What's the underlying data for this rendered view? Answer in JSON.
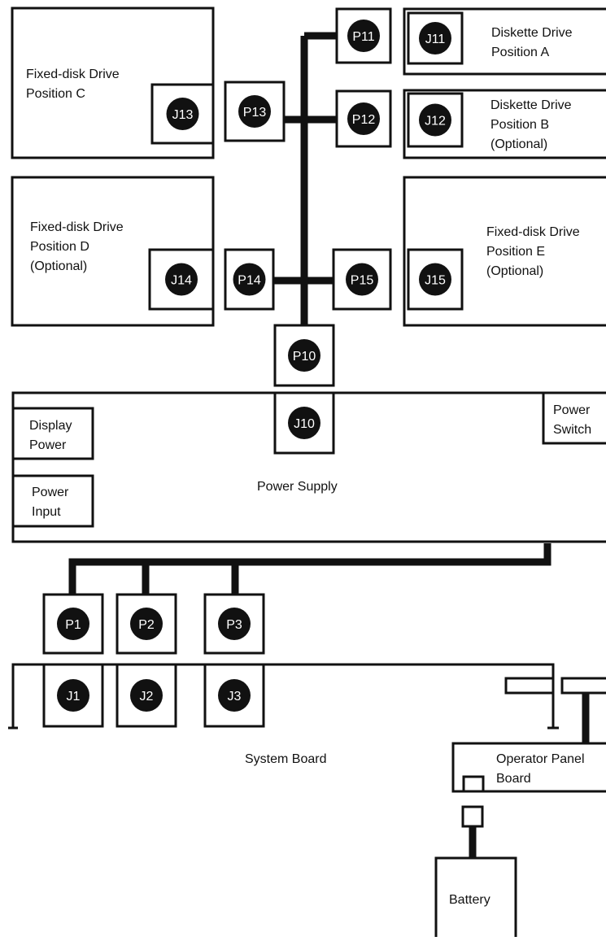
{
  "drives": {
    "fixed_c": [
      "Fixed-disk Drive",
      "Position C"
    ],
    "fixed_d": [
      "Fixed-disk Drive",
      "Position D",
      "(Optional)"
    ],
    "diskette_a": [
      "Diskette Drive",
      "Position A"
    ],
    "diskette_b": [
      "Diskette Drive",
      "Position B",
      "(Optional)"
    ],
    "fixed_e": [
      "Fixed-disk Drive",
      "Position E",
      "(Optional)"
    ]
  },
  "power_supply": {
    "label": "Power Supply",
    "display_power": [
      "Display",
      "Power"
    ],
    "power_input": [
      "Power",
      "Input"
    ],
    "power_switch": [
      "Power",
      "Switch"
    ]
  },
  "system_board": {
    "label": "System Board"
  },
  "operator_panel": [
    "Operator Panel",
    "Board"
  ],
  "battery": {
    "label": "Battery"
  },
  "connectors": {
    "P1": "P1",
    "P2": "P2",
    "P3": "P3",
    "J1": "J1",
    "J2": "J2",
    "J3": "J3",
    "P10": "P10",
    "J10": "J10",
    "P11": "P11",
    "J11": "J11",
    "P12": "P12",
    "J12": "J12",
    "P13": "P13",
    "J13": "J13",
    "P14": "P14",
    "J14": "J14",
    "P15": "P15",
    "J15": "J15"
  },
  "colors": {
    "ink": "#111111",
    "paper": "#ffffff"
  }
}
